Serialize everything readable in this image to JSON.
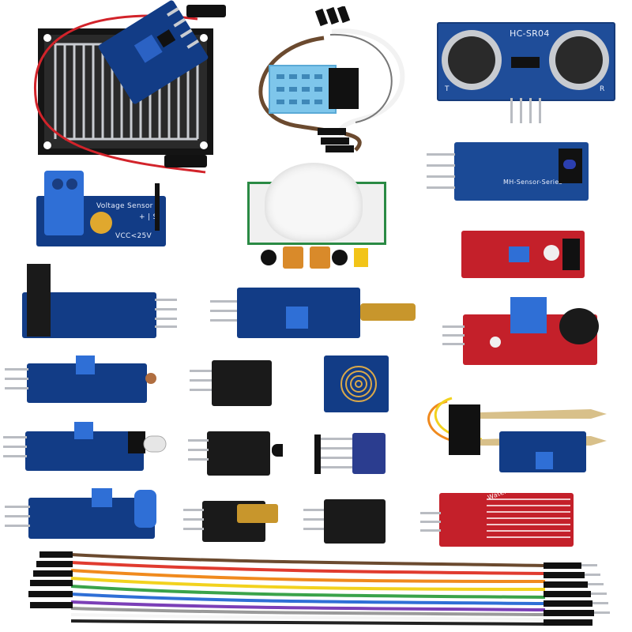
{
  "scene": {
    "description_colors": {
      "pcb_blue": "#123c86",
      "pcb_blue_dark": "#0c2a63",
      "pcb_black": "#1a1a1a",
      "pcb_red": "#c4202a",
      "pin_silver": "#b9bcc2",
      "jumper_black": "#111111"
    }
  },
  "modules": {
    "ultrasonic_label": "HC-SR04",
    "ultrasonic_t": "T",
    "ultrasonic_r": "R",
    "ir_obstacle_label": "MH-Sensor-Series",
    "voltage_label": "Voltage Sensor",
    "voltage_range": "VCC<25V",
    "voltage_plus_minus": "+ | S",
    "water_label": "Water Sensor"
  },
  "jumper_colors": [
    "#6b4a2f",
    "#e03b2f",
    "#f08a1e",
    "#f2d21e",
    "#3aa34a",
    "#2f6fd6",
    "#7b3fb7",
    "#9a9a9a",
    "#f5f5f5",
    "#222222"
  ]
}
